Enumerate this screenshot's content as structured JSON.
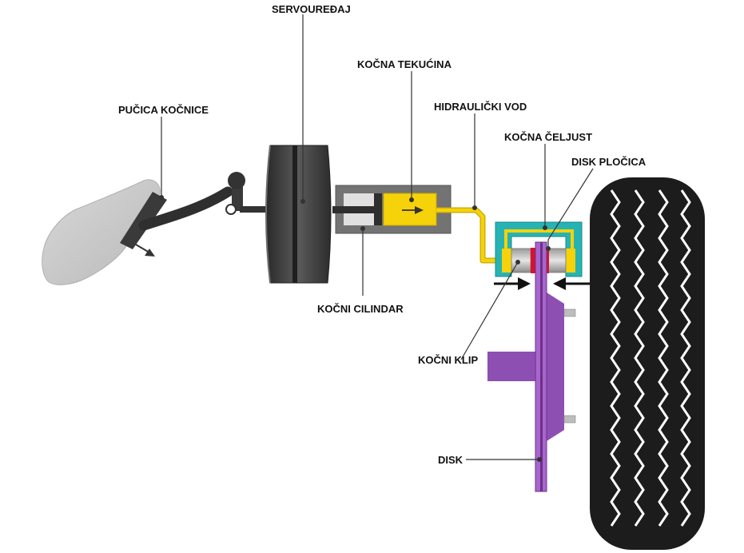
{
  "labels": {
    "pedal": "PUČICA KOČNICE",
    "booster": "SERVOUREĐAJ",
    "fluid": "KOČNA TEKUĆINA",
    "hydraulic_line": "HIDRAULIČKI VOD",
    "caliper": "KOČNA ČELJUST",
    "pad": "DISK PLOČICA",
    "master_cylinder": "KOČNI CILINDAR",
    "piston": "KOČNI KLIP",
    "disc": "DISK"
  },
  "colors": {
    "fluid": "#f5d20a",
    "caliper": "#27b3b3",
    "disc": "#8e4fb3",
    "pad": "#d8122e",
    "booster": "#3d3d3d",
    "tire": "#1c1c1c",
    "foot": "#cfcfcf"
  }
}
